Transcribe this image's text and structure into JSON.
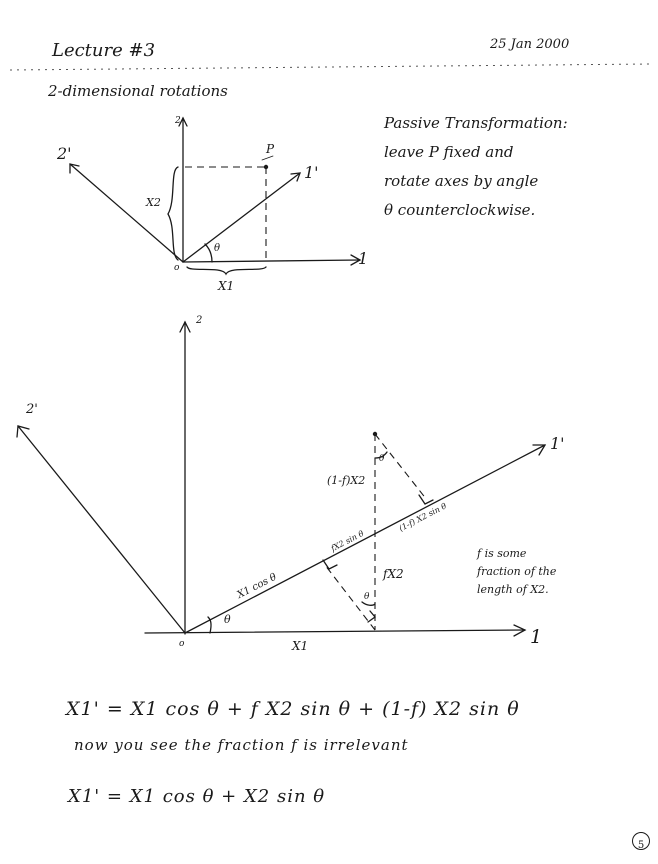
{
  "header": {
    "lecture": "Lecture #3",
    "date": "25 Jan 2000",
    "topic": "2-dimensional rotations"
  },
  "top_figure": {
    "axis_2": "2",
    "axis_1": "1",
    "axis_2_prime": "2'",
    "axis_1_prime": "1'",
    "point": "P",
    "x2": "X2",
    "x1": "X1",
    "origin": "o",
    "theta": "θ"
  },
  "note": {
    "lines": [
      "Passive Transformation:",
      "leave P fixed and",
      "rotate axes by angle",
      "θ counterclockwise."
    ]
  },
  "bottom_figure": {
    "axis_2": "2",
    "axis_1": "1",
    "axis_2_prime": "2'",
    "axis_1_prime": "1'",
    "origin": "o",
    "x1": "X1",
    "seg1": "X1 cos θ",
    "seg2": "fX2 sin θ",
    "seg3": "(1-f) X2 sin θ",
    "upper": "(1-f)X2",
    "lower": "fX2",
    "theta": "θ"
  },
  "side_note": {
    "lines": [
      "f is some",
      "fraction of the",
      "length of X2."
    ]
  },
  "equations": {
    "eq1": "X1' = X1 cos θ + f X2 sin θ + (1-f) X2 sin θ",
    "remark": "now you see the fraction f is irrelevant",
    "eq2": "X1' = X1 cos θ + X2 sin θ"
  },
  "page_number": "5"
}
